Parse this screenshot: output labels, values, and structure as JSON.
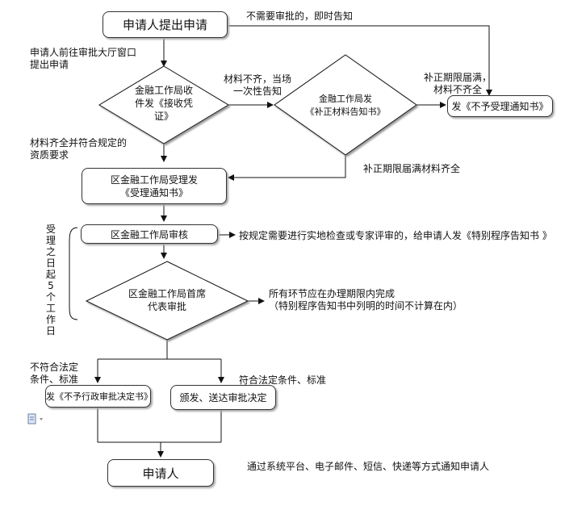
{
  "nodes": {
    "applicant_apply": "申请人提出申请",
    "finance_bureau_receive": "金融工作局收\n件发《接收凭\n证》",
    "finance_bureau_supplement": "金融工作局发\n《补正材料告知书》",
    "notice_not_accept": "发《不予受理通知书》",
    "district_accept": "区金融工作局受理发\n《受理通知书》",
    "district_review": "区金融工作局审核",
    "chief_approval": "区金融工作局首席\n代表审批",
    "notice_no_permit": "发《不予行政审批决定书》",
    "issue_decision": "颁发、送达审批决定",
    "applicant_final": "申请人"
  },
  "edge_labels": {
    "no_approval_needed": "不需要审批的，即时告知",
    "visit_window": "申请人前往审批大厅窗口\n提出申请",
    "materials_incomplete": "材料不齐，当场\n一次性告知",
    "deadline_incomplete": "补正期限届满，\n材料不齐全",
    "materials_complete": "材料齐全并符合规定的\n资质要求",
    "deadline_complete": "补正期限届满材料齐全",
    "onsite_inspection": "按规定需要进行实地检查或专家评审的，给申请人发《特别程序告知书 》",
    "all_steps_note": "所有环节应在办理期限内完成\n（特别程序告知书中列明的时间不计算在内）",
    "not_meet": "不符合法定\n条件、标准",
    "meet": "符合法定条件、标准",
    "notify_methods": "通过系统平台、电子邮件、短信、快递等方式通知申请人"
  },
  "side_label": [
    "受",
    "理",
    "之",
    "日",
    "起",
    "5",
    "个",
    "工",
    "作",
    "日"
  ],
  "icons": {
    "doc": "document-icon"
  }
}
